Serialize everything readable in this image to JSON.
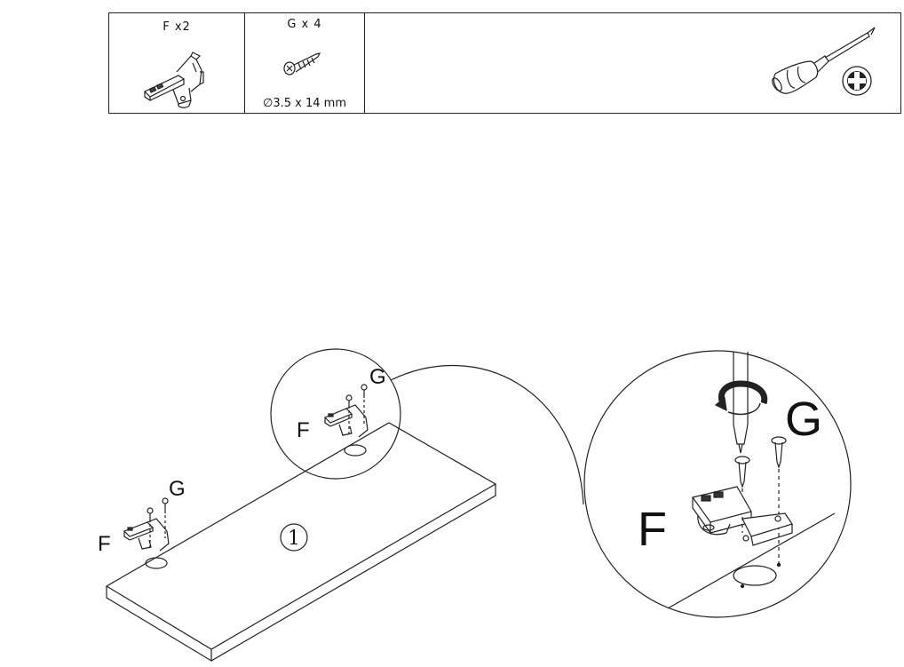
{
  "parts": {
    "hinge": {
      "label": "F  x2",
      "icon": "hinge-icon"
    },
    "screw": {
      "label": "G x 4",
      "size_diameter": "∅",
      "size_text": "3.5 x 14 mm",
      "icon": "screw-icon"
    },
    "tool": {
      "icon": "phillips-screwdriver-icon",
      "tip_icon": "phillips-tip-icon"
    }
  },
  "diagram": {
    "step_number": "1",
    "overview_labels": {
      "hinge": "F",
      "screw": "G"
    },
    "detail_labels": {
      "hinge": "F",
      "screw": "G"
    }
  }
}
